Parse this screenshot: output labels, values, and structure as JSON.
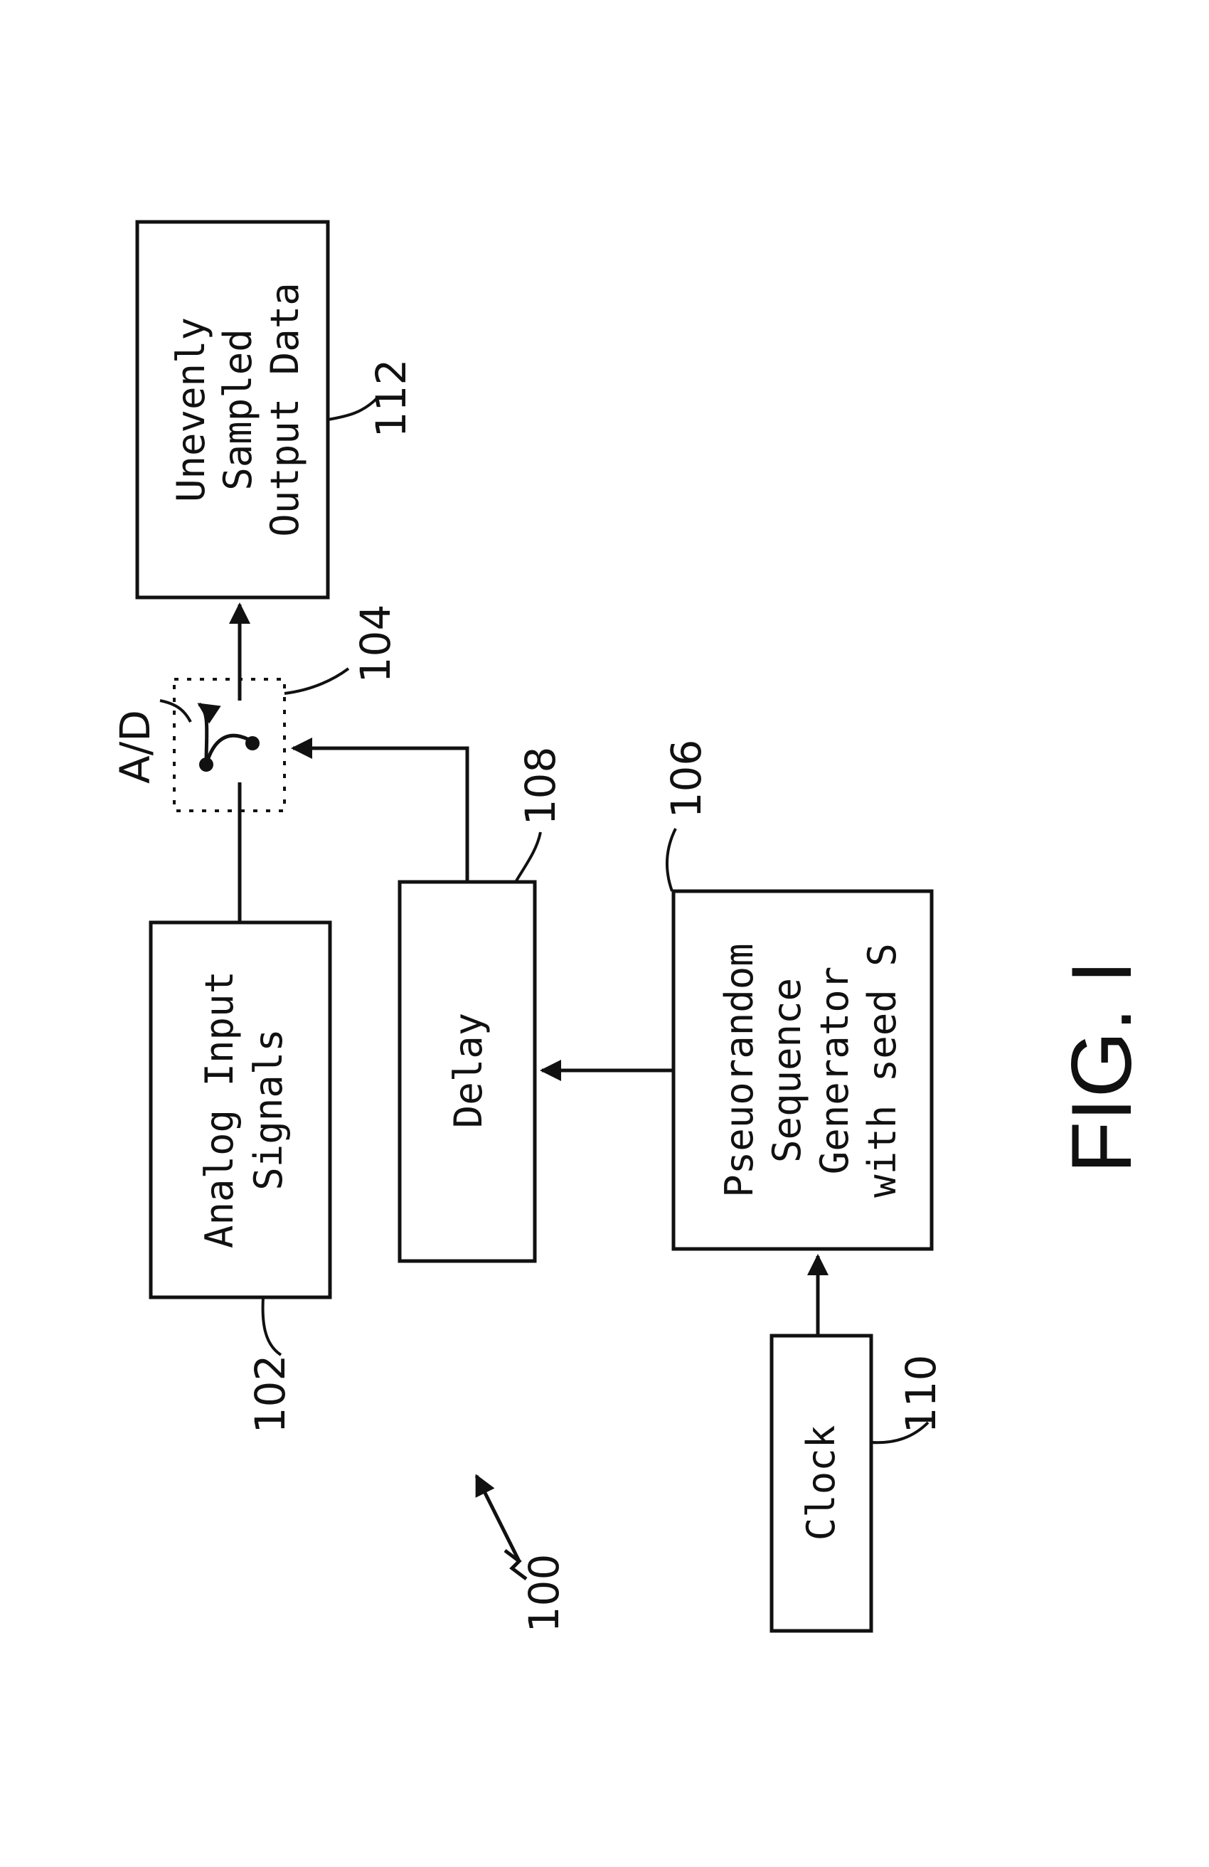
{
  "blocks": {
    "analog_input": {
      "ref": "102",
      "lines": [
        "Analog Input",
        "Signals"
      ]
    },
    "ad_switch": {
      "ref": "104",
      "label": "A/D"
    },
    "pseudorandom": {
      "ref": "106",
      "lines": [
        "Pseuorandom",
        "Sequence",
        "Generator",
        "with seed S"
      ]
    },
    "delay": {
      "ref": "108",
      "lines": [
        "Delay"
      ]
    },
    "clock": {
      "ref": "110",
      "lines": [
        "Clock"
      ]
    },
    "output": {
      "ref": "112",
      "lines": [
        "Unevenly",
        "Sampled",
        "Output Data"
      ]
    }
  },
  "system_ref": "100",
  "figure_label": "FIG. I"
}
